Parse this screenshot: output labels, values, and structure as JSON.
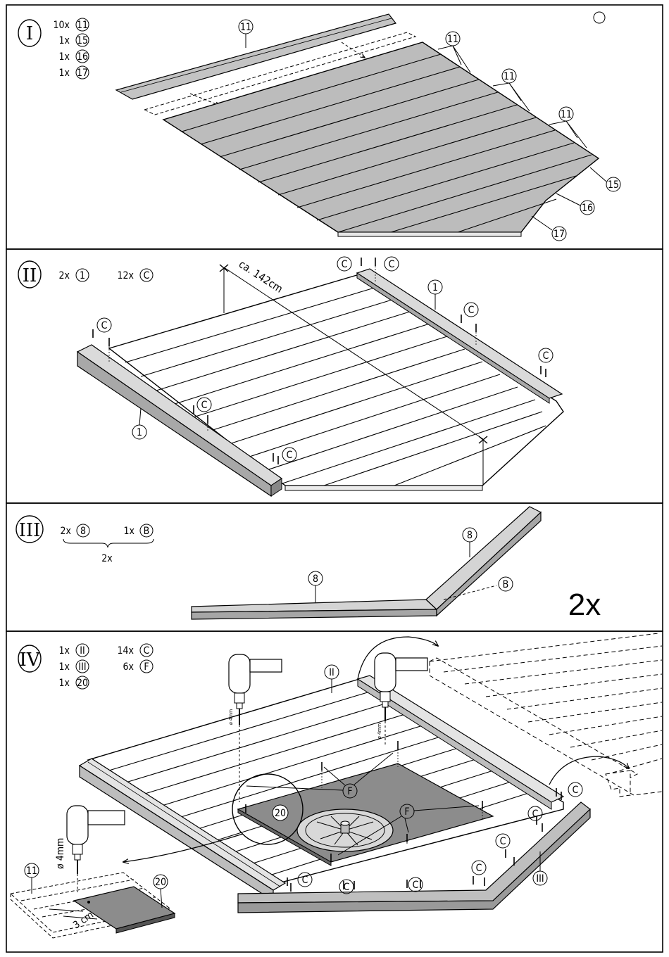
{
  "steps": [
    {
      "roman": "I",
      "parts": [
        {
          "qty": "10x",
          "ref": "11"
        },
        {
          "qty": "1x",
          "ref": "15"
        },
        {
          "qty": "1x",
          "ref": "16"
        },
        {
          "qty": "1x",
          "ref": "17"
        }
      ]
    },
    {
      "roman": "II",
      "parts": [
        {
          "qty": "2x",
          "ref": "1"
        },
        {
          "qty": "12x",
          "ref": "C"
        }
      ]
    },
    {
      "roman": "III",
      "parts": [
        {
          "qty": "2x",
          "ref": "8"
        },
        {
          "qty": "1x",
          "ref": "B"
        }
      ],
      "group_multiplier": "2x",
      "assembly_multiplier": "2x"
    },
    {
      "roman": "IV",
      "parts": [
        {
          "qty": "1x",
          "ref": "II"
        },
        {
          "qty": "1x",
          "ref": "III"
        },
        {
          "qty": "1x",
          "ref": "20"
        },
        {
          "qty": "14x",
          "ref": "C"
        },
        {
          "qty": "6x",
          "ref": "F"
        }
      ]
    }
  ],
  "callouts": {
    "s1": [
      "11",
      "11",
      "11",
      "11",
      "15",
      "16",
      "17"
    ],
    "s2": [
      "C",
      "C",
      "1",
      "C",
      "C",
      "C",
      "1",
      "C",
      "C"
    ],
    "s3": [
      "8",
      "8",
      "B"
    ],
    "s4": [
      "II",
      "F",
      "F",
      "20",
      "C",
      "C",
      "C",
      "C",
      "C",
      "C",
      "C",
      "III",
      "11",
      "20"
    ]
  },
  "dimensions": {
    "length": "ca. 142cm",
    "drill": "ø 4mm",
    "drill_small": "ø 4mm",
    "offset": "3 cm"
  }
}
